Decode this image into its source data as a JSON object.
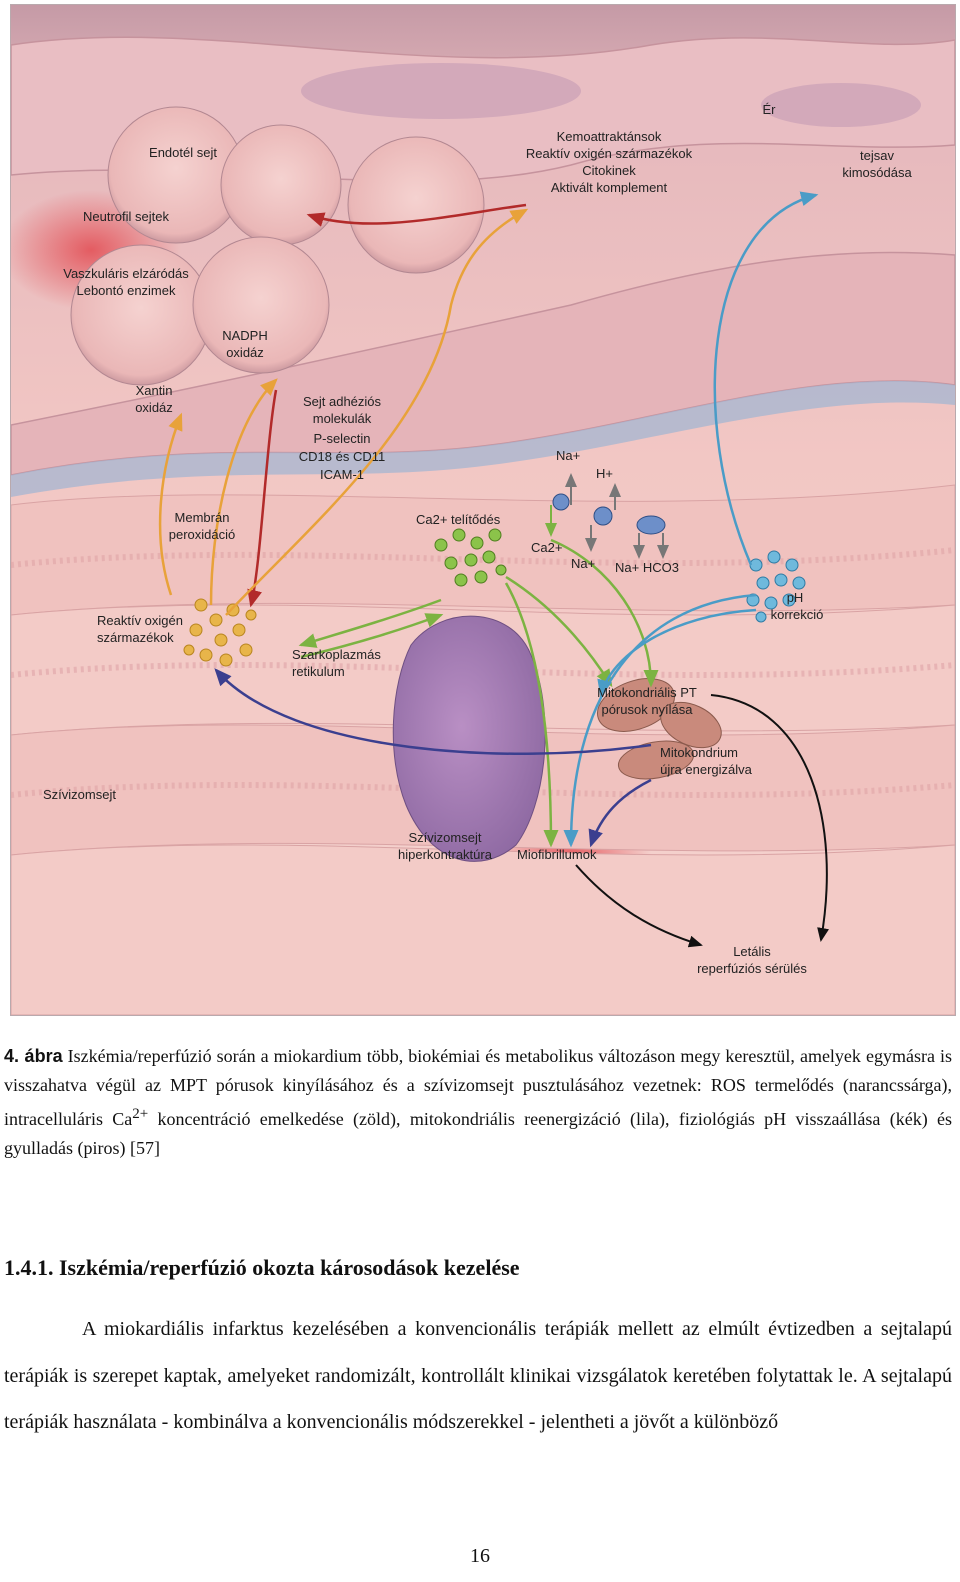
{
  "figure": {
    "labels": {
      "endothel": "Endotél sejt",
      "kemo1": "Kemoattraktánsok",
      "kemo2": "Reaktív oxigén származékok",
      "kemo3": "Citokinek",
      "kemo4": "Aktivált komplement",
      "er": "Ér",
      "tejsav1": "tejsav",
      "tejsav2": "kimosódása",
      "neutrofil": "Neutrofil sejtek",
      "vaszk1": "Vaszkuláris elzáródás",
      "vaszk2": "Lebontó enzimek",
      "nadph1": "NADPH",
      "nadph2": "oxidáz",
      "xantin1": "Xantin",
      "xantin2": "oxidáz",
      "adh1": "Sejt adhéziós",
      "adh2": "molekulák",
      "adh3": "P-selectin",
      "adh4": "CD18  és  CD11",
      "adh5": "ICAM-1",
      "na_top": "Na+",
      "h_top": "H+",
      "membran1": "Membrán",
      "membran2": "peroxidáció",
      "ca_telit": "Ca2+ telítődés",
      "ca2": "Ca2+",
      "na_mid": "Na+",
      "na_hco3": "Na+  HCO3",
      "ros1": "Reaktív oxigén",
      "ros2": "származékok",
      "ph1": "pH",
      "ph2": "korrekció",
      "szarko1": "Szarkoplazmás",
      "szarko2": "retikulum",
      "mpt1": "Mitokondriális PT",
      "mpt2": "pórusok nyílása",
      "mito1": "Mitokondrium",
      "mito2": "újra energizálva",
      "szivizom": "Szívizomsejt",
      "hiper1": "Szívizomsejt",
      "hiper2": "hiperkontraktúra",
      "miofib": "Miofibrillumok",
      "letalis1": "Letális",
      "letalis2": "reperfúziós sérülés"
    },
    "colors": {
      "ros": "#e8a23a",
      "calcium": "#7cb342",
      "mitochondria": "#3b3f8f",
      "ph": "#4a9cc7",
      "inflammation": "#b22a2a"
    }
  },
  "caption": {
    "label": "4. ábra",
    "part1": " Iszkémia/reperfúzió során a miokardium több, biokémiai és metabolikus változáson megy keresztül, amelyek egymásra is visszahatva végül az MPT pórusok kinyílásához és a szívizomsejt pusztulásához vezetnek: ROS termelődés (narancssárga), intracelluláris Ca",
    "sup": "2+",
    "part2": " koncentráció emelkedése (zöld), mitokondriális reenergizáció (lila), fiziológiás pH visszaállása (kék) és gyulladás (piros) [57]"
  },
  "section": {
    "heading": "1.4.1. Iszkémia/reperfúzió okozta károsodások kezelése",
    "paragraph": "A miokardiális infarktus kezelésében a konvencionális terápiák mellett az elmúlt évtizedben a sejtalapú terápiák is szerepet kaptak, amelyeket randomizált, kontrollált klinikai vizsgálatok keretében folytattak le. A sejtalapú terápiák használata - kombinálva a konvencionális módszerekkel - jelentheti a jövőt a különböző"
  },
  "page_number": "16"
}
